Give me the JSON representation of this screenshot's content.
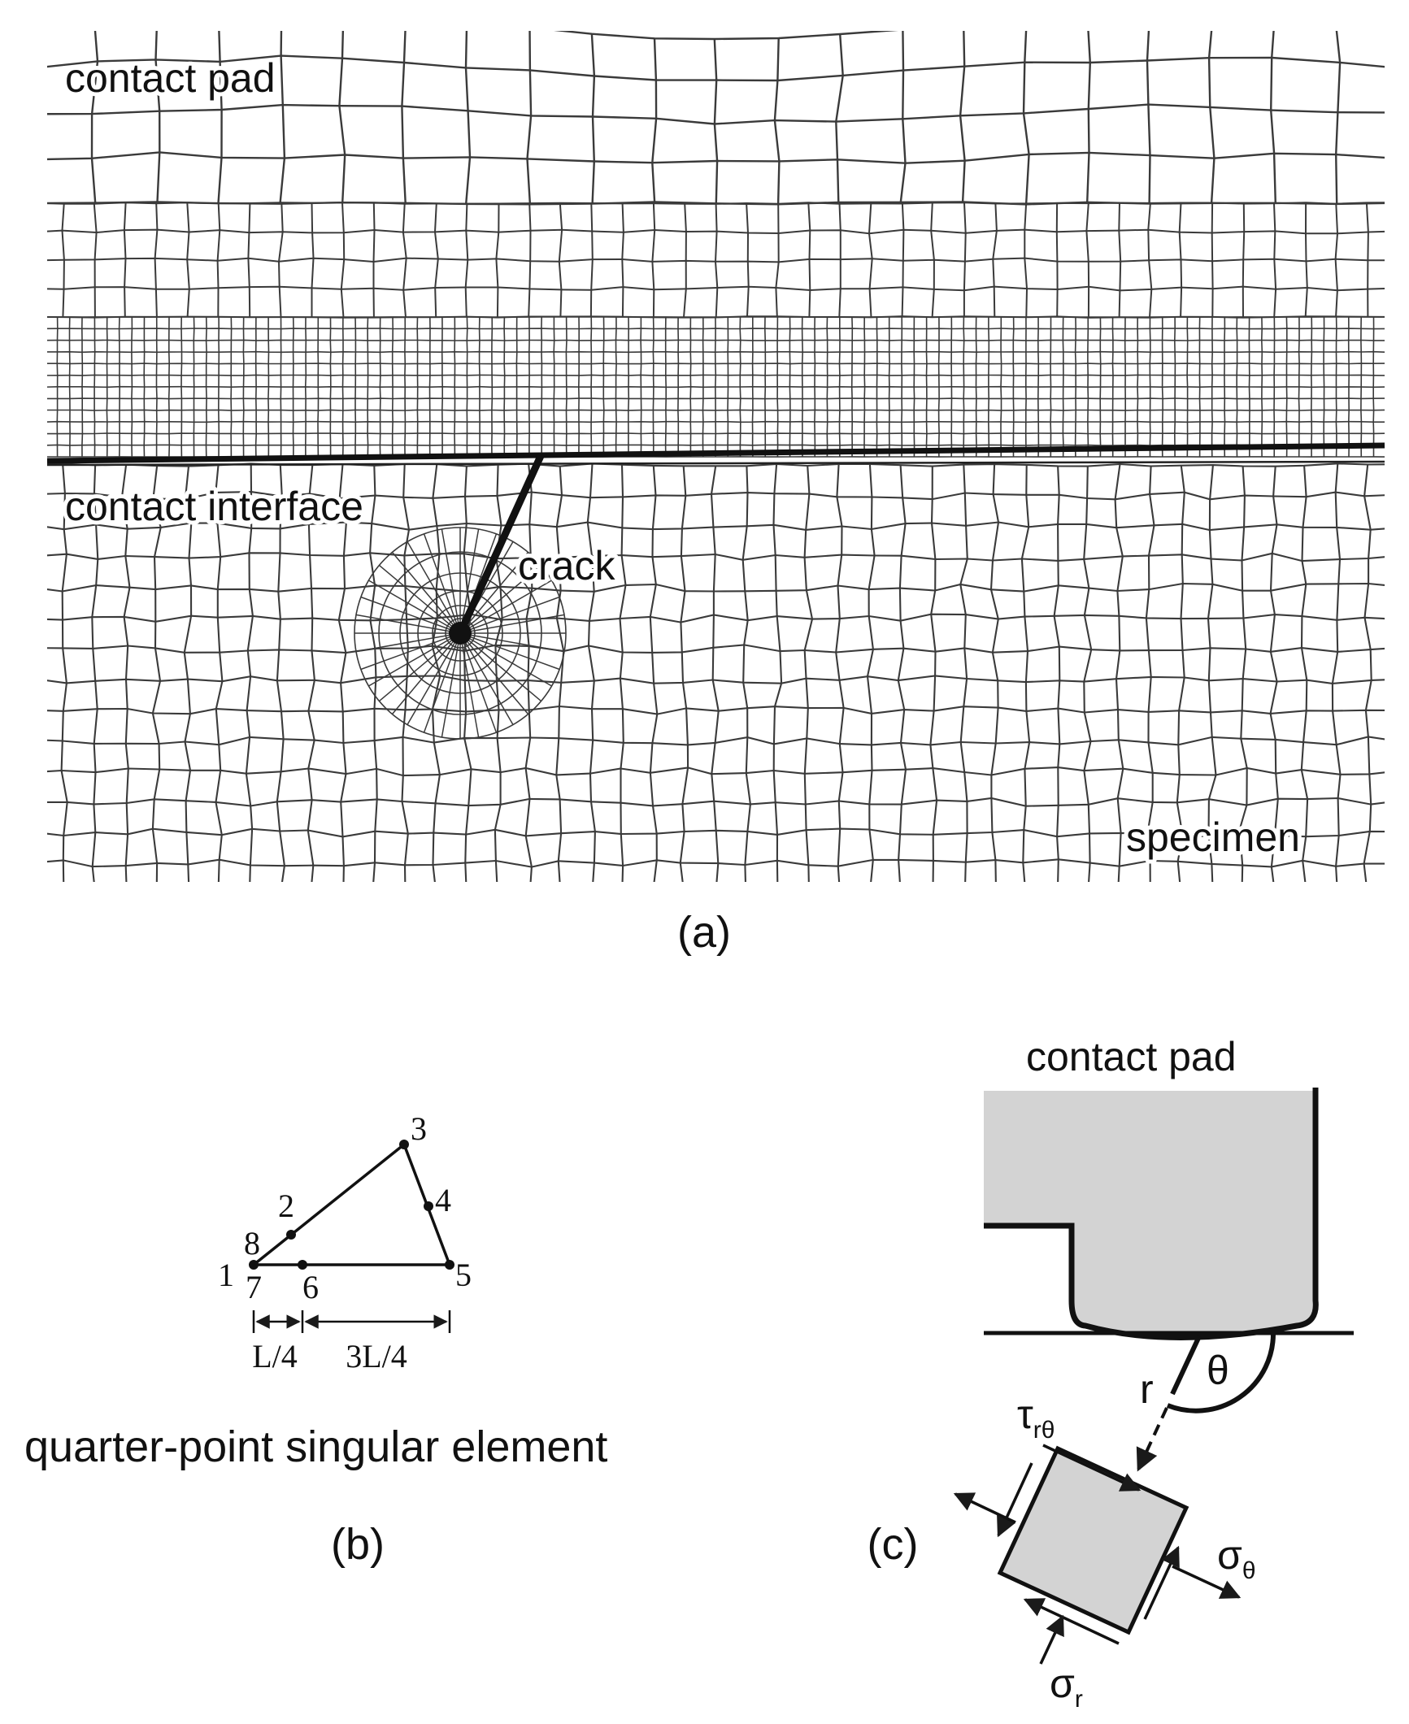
{
  "panel_a": {
    "label_contact_pad": "contact pad",
    "label_contact_interface": "contact interface",
    "label_crack": "crack",
    "label_specimen": "specimen",
    "caption": "(a)"
  },
  "panel_b": {
    "nodes": [
      "1",
      "2",
      "3",
      "4",
      "5",
      "6",
      "7",
      "8"
    ],
    "dim_left": "L/4",
    "dim_right": "3L/4",
    "title": "quarter-point singular element",
    "caption": "(b)"
  },
  "panel_c": {
    "label_contact_pad": "contact pad",
    "label_r": "r",
    "label_theta": "θ",
    "sym_tau": "τ",
    "sub_tau": "rθ",
    "sym_sigma_theta": "σ",
    "sub_sigma_theta": "θ",
    "sym_sigma_r": "σ",
    "sub_sigma_r": "r",
    "caption": "(c)"
  },
  "colors": {
    "line": "#1a1a1a",
    "mesh": "#3a3a3a",
    "fill": "#d3d3d3"
  }
}
